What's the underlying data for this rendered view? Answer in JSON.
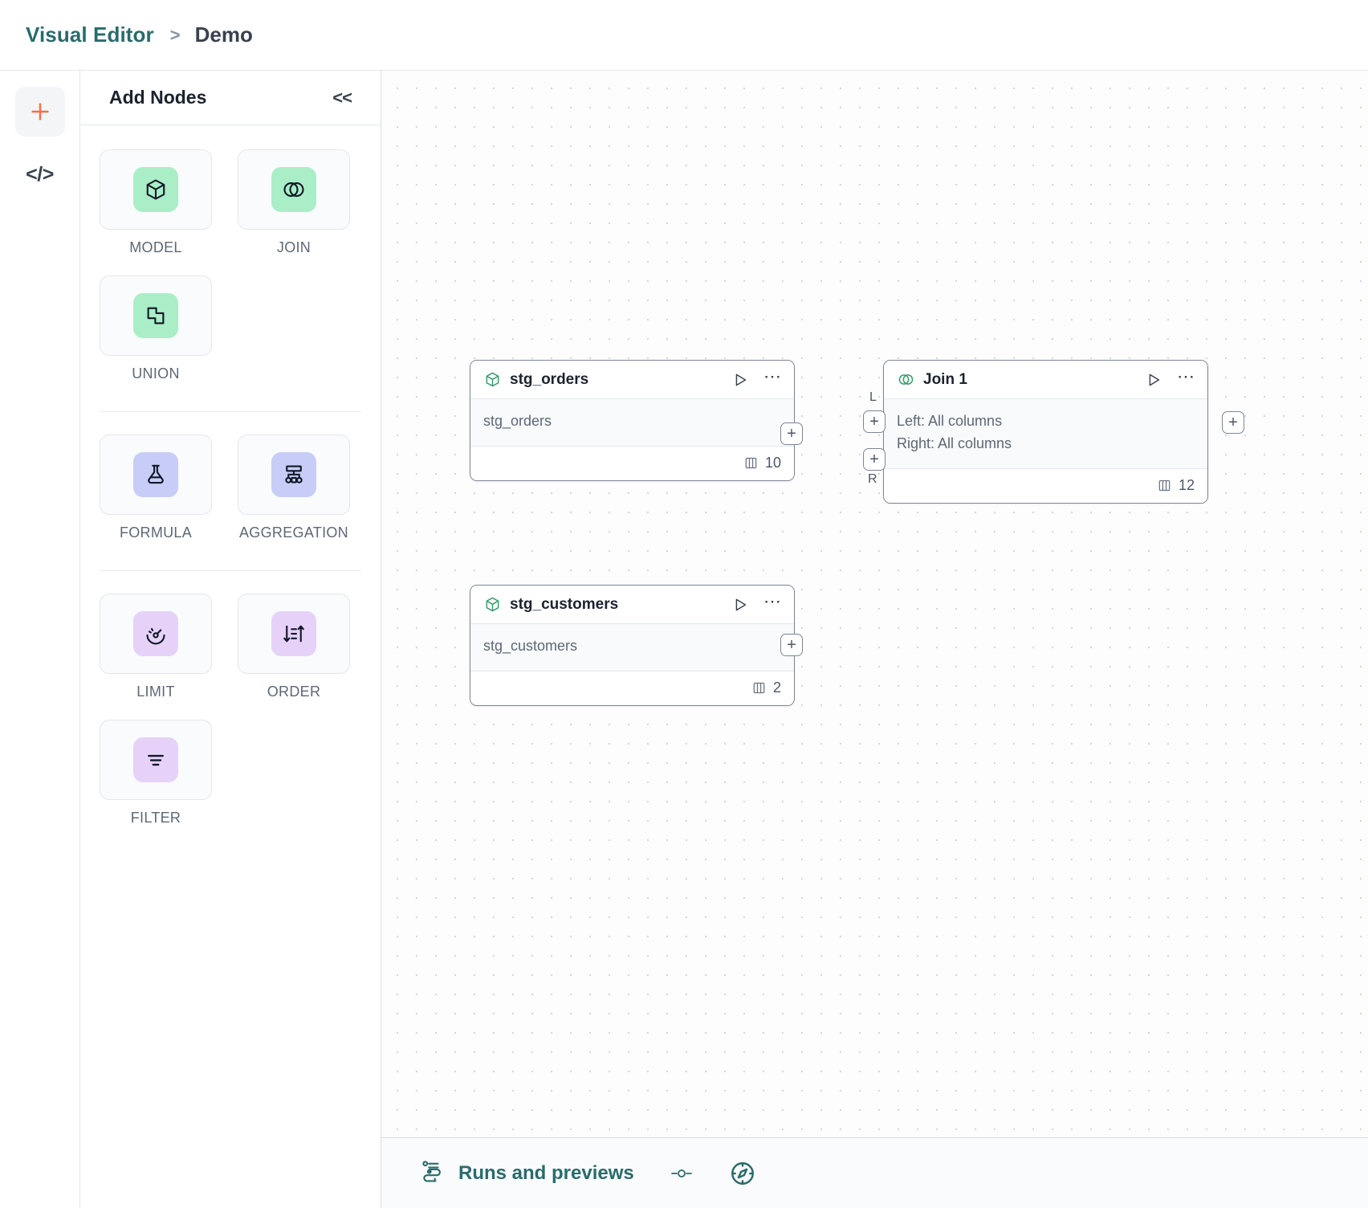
{
  "header": {
    "crumb_root": "Visual Editor",
    "crumb_separator": ">",
    "crumb_leaf": "Demo"
  },
  "rail": {
    "items": [
      {
        "name": "add-node-rail-button",
        "icon": "plus-icon",
        "color": "#f2714b"
      },
      {
        "name": "code-view-rail-button",
        "icon": "code-icon",
        "label": "</>"
      }
    ]
  },
  "palette": {
    "title": "Add Nodes",
    "collapse_label": "<<",
    "groups": [
      {
        "items": [
          {
            "label": "MODEL",
            "icon": "cube-icon",
            "tone": "green"
          },
          {
            "label": "JOIN",
            "icon": "venn-icon",
            "tone": "green"
          },
          {
            "label": "UNION",
            "icon": "union-squares-icon",
            "tone": "green"
          }
        ]
      },
      {
        "items": [
          {
            "label": "FORMULA",
            "icon": "flask-icon",
            "tone": "periwinkle"
          },
          {
            "label": "AGGREGATION",
            "icon": "hierarchy-icon",
            "tone": "periwinkle"
          }
        ]
      },
      {
        "items": [
          {
            "label": "LIMIT",
            "icon": "gauge-icon",
            "tone": "lilac"
          },
          {
            "label": "ORDER",
            "icon": "sort-icon",
            "tone": "lilac"
          },
          {
            "label": "FILTER",
            "icon": "filter-icon",
            "tone": "lilac"
          }
        ]
      }
    ]
  },
  "canvas": {
    "nodes": [
      {
        "id": "stg_orders",
        "title": "stg_orders",
        "type_icon": "cube-icon",
        "body_lines": [
          "stg_orders"
        ],
        "column_count": "10",
        "run_icon": "play-icon",
        "more_icon": "ellipsis-icon"
      },
      {
        "id": "stg_customers",
        "title": "stg_customers",
        "type_icon": "cube-icon",
        "body_lines": [
          "stg_customers"
        ],
        "column_count": "2",
        "run_icon": "play-icon",
        "more_icon": "ellipsis-icon"
      },
      {
        "id": "join_1",
        "title": "Join 1",
        "type_icon": "venn-icon",
        "body_lines": [
          "Left: All columns",
          "Right: All columns"
        ],
        "column_count": "12",
        "run_icon": "play-icon",
        "more_icon": "ellipsis-icon"
      }
    ],
    "handles": {
      "plus": "+",
      "left_label": "L",
      "right_label": "R"
    }
  },
  "bottombar": {
    "runs_label": "Runs and previews",
    "runs_icon": "pipeline-icon",
    "slider_icon": "slider-icon",
    "compass_icon": "compass-icon"
  },
  "colors": {
    "brand_teal": "#2a6b6b",
    "accent_orange": "#f2714b",
    "node_green": "#3a9b6e",
    "tone_green": "#aaeec8",
    "tone_periwinkle": "#c7cdf7",
    "tone_lilac": "#e6d2f8"
  }
}
